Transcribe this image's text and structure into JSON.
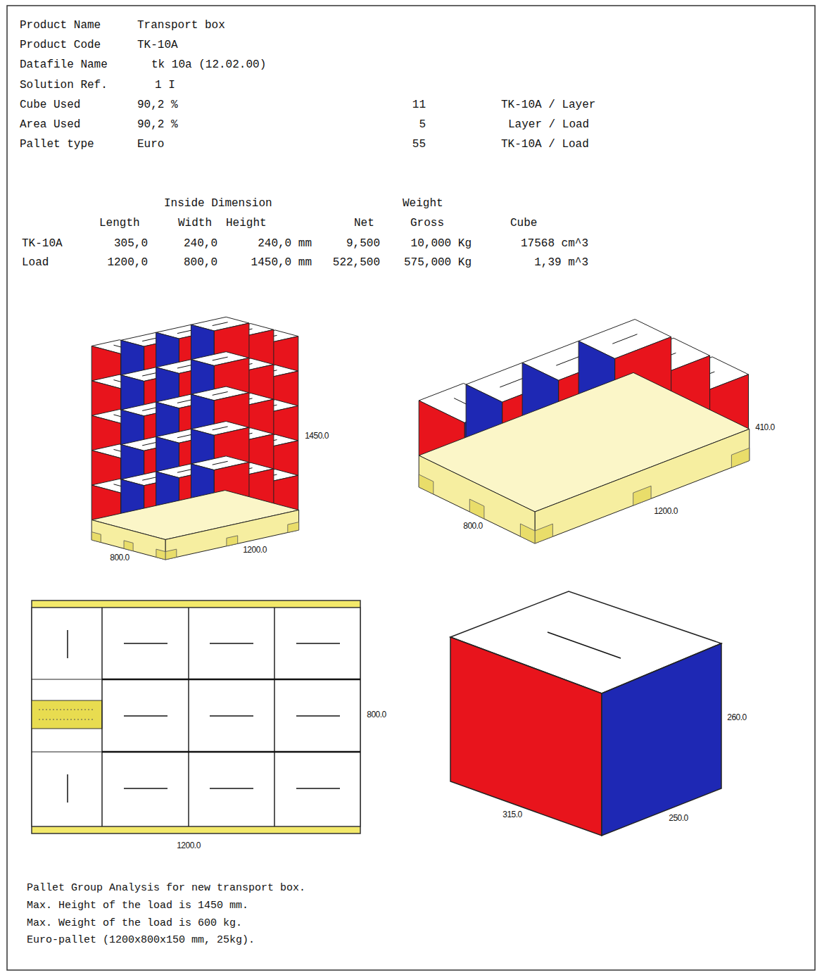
{
  "diagram": {
    "labels": [
      "Product Name",
      "Transport box",
      "Product Code",
      "TK-10A",
      "Datafile Name",
      "tk 10a (12.02.00)",
      "Solution Ref.",
      "1 I",
      "Cube Used",
      "90,2 %",
      "11",
      "TK-10A / Layer",
      "Area Used",
      "90,2 %",
      "5",
      "Layer / Load",
      "Pallet type",
      "Euro",
      "55",
      "TK-10A / Load",
      "Inside Dimension",
      "Weight",
      "Length",
      "Width",
      "Height",
      "Net",
      "Gross",
      "Cube",
      "TK-10A",
      "305,0",
      "240,0",
      "240,0 mm",
      "9,500",
      "10,000 Kg",
      "17568 cm^3",
      "Load",
      "1200,0",
      "800,0",
      "1450,0 mm",
      "522,500",
      "575,000 Kg",
      "1,39 m^3",
      "1450.0",
      "800.0",
      "1200.0",
      "410.0",
      "800.0",
      "1200.0",
      "800.0",
      "1200.0",
      "260.0",
      "315.0",
      "250.0",
      "Pallet Group Analysis for new transport box.",
      "Max. Height of the load is 1450 mm.",
      "Max. Weight of the load is 600 kg.",
      "Euro-pallet (1200x800x150 mm, 25kg)."
    ]
  }
}
